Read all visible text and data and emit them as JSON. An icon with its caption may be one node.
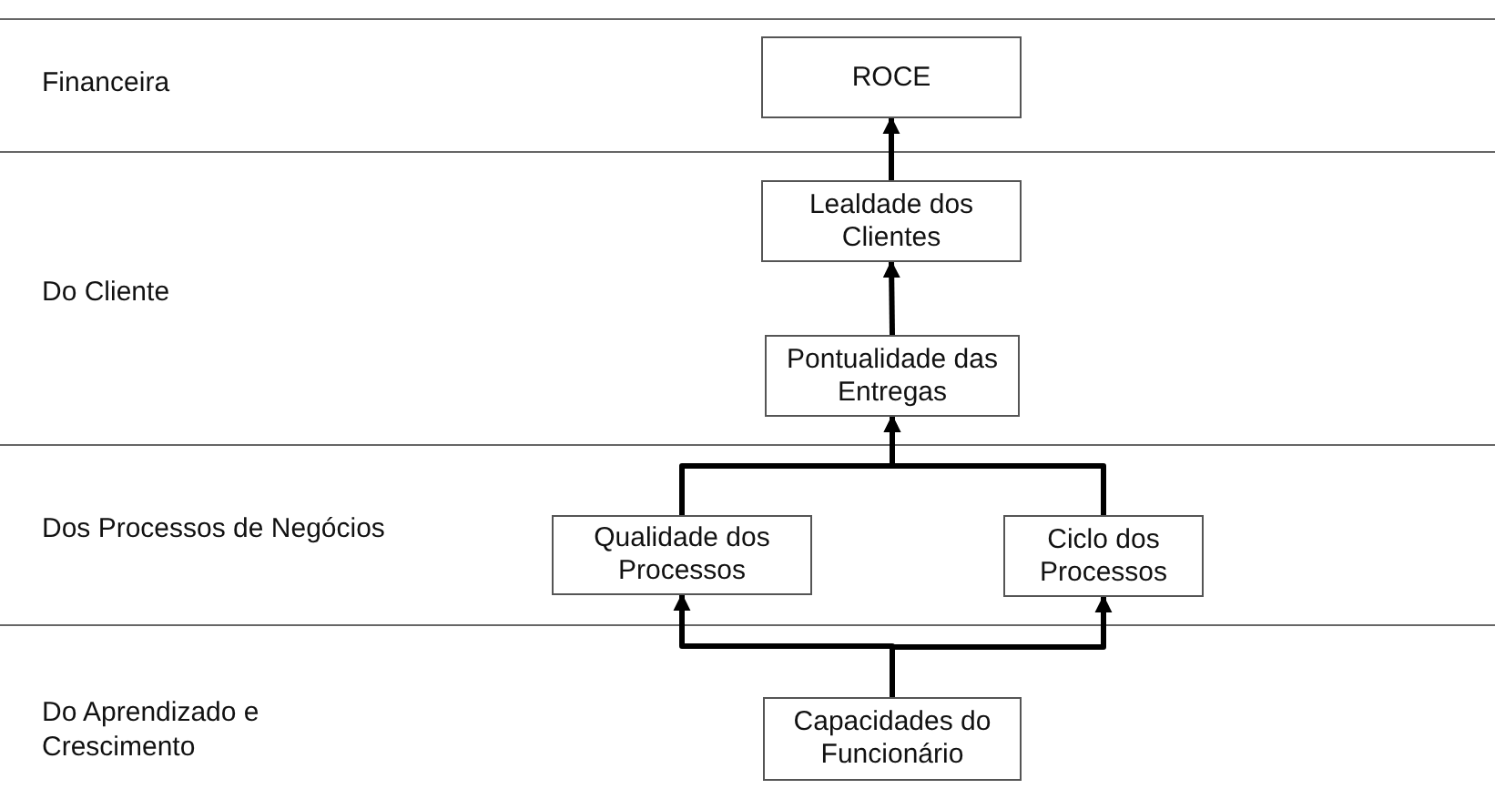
{
  "diagram": {
    "nodes": [
      {
        "text": [
          "ROCE"
        ]
      },
      {
        "text": [
          "Lealdade dos Clientes"
        ]
      },
      {
        "text": [
          "Pontualidade das Entregas"
        ]
      },
      {
        "text": [
          "Qualidade dos Processos"
        ]
      },
      {
        "text": [
          "Ciclo dos Processos"
        ]
      },
      {
        "text": [
          "Capacidades do Funcionário"
        ]
      }
    ],
    "edges": [
      {
        "from": 1,
        "to": 0,
        "arrow": "to"
      },
      {
        "from": 2,
        "to": 1,
        "arrow": "to"
      },
      {
        "from": 3,
        "to": 2,
        "arrow": "to"
      },
      {
        "from": 4,
        "to": 2,
        "arrow": "to"
      },
      {
        "from": 5,
        "to": 3,
        "arrow": "to"
      },
      {
        "from": 5,
        "to": 4,
        "arrow": "to"
      }
    ],
    "labels": [
      "Financeira",
      "Do Cliente",
      "Dos Processos de Negócios",
      "Do Aprendizado e Crescimento"
    ]
  }
}
